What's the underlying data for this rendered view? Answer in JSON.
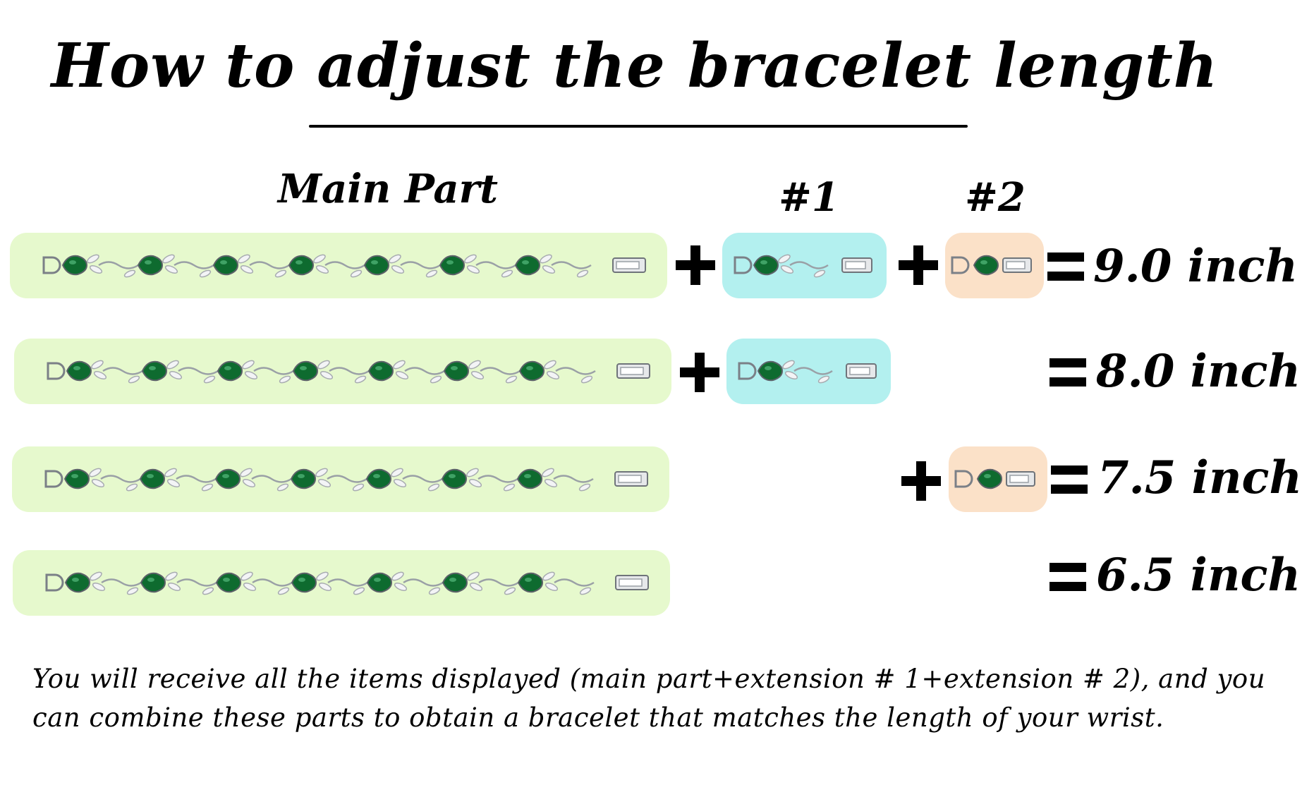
{
  "title": "How to adjust the bracelet length",
  "headers": {
    "main_part": "Main Part",
    "ext1": "#1",
    "ext2": "#2"
  },
  "rows": [
    {
      "parts": [
        "main part",
        "extension #1",
        "extension #2"
      ],
      "length": "9.0 inch"
    },
    {
      "parts": [
        "main part",
        "extension #1"
      ],
      "length": "8.0 inch"
    },
    {
      "parts": [
        "main part",
        "extension #2"
      ],
      "length": "7.5 inch"
    },
    {
      "parts": [
        "main part"
      ],
      "length": "6.5 inch"
    }
  ],
  "note": {
    "line1": "You will receive all the items displayed (main part+extension # 1+extension # 2), and you",
    "line2": "can combine these parts to obtain a bracelet that matches the length of your wrist."
  },
  "colors": {
    "main_panel": "#e6f9cd",
    "ext1_panel": "#b3f0ef",
    "ext2_panel": "#fbe1c8",
    "gem": "#0e6b2f",
    "silver": "#c8ccd0"
  },
  "icons": {
    "plus": "plus-sign",
    "equals": "equals-sign",
    "bracelet": "green-gem-leaf-chain"
  }
}
